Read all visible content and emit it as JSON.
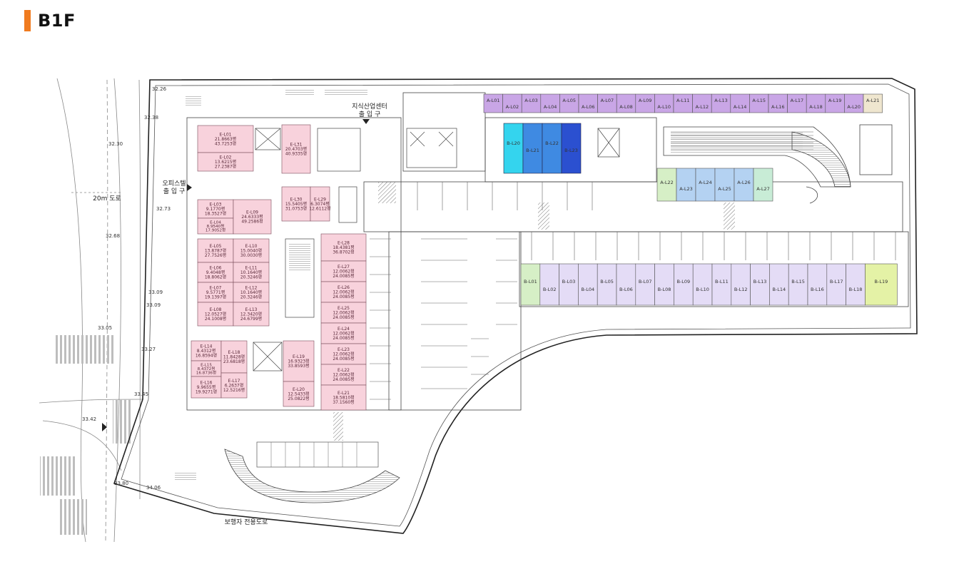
{
  "header": {
    "title": "B1F",
    "accent_color": "#f07b1f"
  },
  "labels": {
    "knowledge_center_entrance_line1": "지식산업센터",
    "knowledge_center_entrance_line2": "출 입 구",
    "officetel_entrance_line1": "오피스텔",
    "officetel_entrance_line2": "출 입 구",
    "road_20m": "20m 도로",
    "pedestrian_road": "보행자 전용도로"
  },
  "elevations": [
    "32.26",
    "32.38",
    "32.30",
    "32.73",
    "32.68",
    "33.09",
    "33.09",
    "33.05",
    "33.27",
    "33.45",
    "33.42",
    "33.80",
    "34.06"
  ],
  "colors": {
    "purple": "#c9a6e6",
    "lavender": "#e4dcf6",
    "light_blue": "#b4d2f2",
    "mint": "#c8ecd6",
    "light_green": "#d6efc6",
    "yellow_green": "#e4f2a6",
    "pink": "#f8d2dc",
    "cyan": "#34d4ee",
    "blue": "#3f8ae2",
    "deep_blue": "#2b50d0"
  },
  "a_row_top": [
    "A-L01",
    "A-L02",
    "A-L03",
    "A-L04",
    "A-L05",
    "A-L06",
    "A-L07",
    "A-L08",
    "A-L09",
    "A-L10",
    "A-L11",
    "A-L12",
    "A-L13",
    "A-L14",
    "A-L15",
    "A-L16",
    "A-L17",
    "A-L18",
    "A-L19",
    "A-L20",
    "A-L21"
  ],
  "a_row_mid": [
    "A-L22",
    "A-L23",
    "A-L24",
    "A-L25",
    "A-L26",
    "A-L27"
  ],
  "b_top": [
    "B-L20",
    "B-L21",
    "B-L22",
    "B-L23"
  ],
  "b_row": [
    "B-L01",
    "B-L02",
    "B-L03",
    "B-L04",
    "B-L05",
    "B-L06",
    "B-L07",
    "B-L08",
    "B-L09",
    "B-L10",
    "B-L11",
    "B-L12",
    "B-L13",
    "B-L14",
    "B-L15",
    "B-L16",
    "B-L17",
    "B-L18",
    "B-L19"
  ],
  "e_units": {
    "L01": {
      "id": "E-L01",
      "a1": "21.8663평",
      "a2": "43.7253평"
    },
    "L02": {
      "id": "E-L02",
      "a1": "13.6215평",
      "a2": "27.2387평"
    },
    "L31": {
      "id": "E-L31",
      "a1": "20.4703평",
      "a2": "40.9335평"
    },
    "L03": {
      "id": "E-L03",
      "a1": "9.1770평",
      "a2": "18.3527평"
    },
    "L04": {
      "id": "E-L04",
      "a1": "8.9540평",
      "a2": "17.9052평"
    },
    "L09": {
      "id": "E-L09",
      "a1": "24.6333평",
      "a2": "49.2586평"
    },
    "L30": {
      "id": "E-L30",
      "a1": "15.5405평",
      "a2": "31.0753평"
    },
    "L29": {
      "id": "E-L29",
      "a1": "6.3074평",
      "a2": "12.6112평"
    },
    "L05": {
      "id": "E-L05",
      "a1": "13.8787평",
      "a2": "27.7526평"
    },
    "L10": {
      "id": "E-L10",
      "a1": "15.0040평",
      "a2": "30.0030평"
    },
    "L06": {
      "id": "E-L06",
      "a1": "9.4048평",
      "a2": "18.8062평"
    },
    "L11": {
      "id": "E-L11",
      "a1": "10.1640평",
      "a2": "20.3246평"
    },
    "L07": {
      "id": "E-L07",
      "a1": "9.5771평",
      "a2": "19.1397평"
    },
    "L12": {
      "id": "E-L12",
      "a1": "10.1640평",
      "a2": "20.3246평"
    },
    "L08": {
      "id": "E-L08",
      "a1": "12.0527평",
      "a2": "24.1008평"
    },
    "L13": {
      "id": "E-L13",
      "a1": "12.3420평",
      "a2": "24.6799평"
    },
    "L28": {
      "id": "E-L28",
      "a1": "18.4381평",
      "a2": "36.8702평"
    },
    "L27": {
      "id": "E-L27",
      "a1": "12.0062평",
      "a2": "24.0085평"
    },
    "L26": {
      "id": "E-L26",
      "a1": "12.0062평",
      "a2": "24.0085평"
    },
    "L25": {
      "id": "E-L25",
      "a1": "12.0062평",
      "a2": "24.0085평"
    },
    "L24": {
      "id": "E-L24",
      "a1": "12.0062평",
      "a2": "24.0085평"
    },
    "L23": {
      "id": "E-L23",
      "a1": "12.0062평",
      "a2": "24.0085평"
    },
    "L22": {
      "id": "E-L22",
      "a1": "12.0062평",
      "a2": "24.0085평"
    },
    "L21": {
      "id": "E-L21",
      "a1": "18.5810평",
      "a2": "37.1560평"
    },
    "L14": {
      "id": "E-L14",
      "a1": "8.4312평",
      "a2": "16.8594평"
    },
    "L15": {
      "id": "E-L15",
      "a1": "8.4372평",
      "a2": "16.8736평"
    },
    "L16": {
      "id": "E-L16",
      "a1": "9.9655평",
      "a2": "19.9271평"
    },
    "L18": {
      "id": "E-L18",
      "a1": "11.8428평",
      "a2": "23.6818평"
    },
    "L17": {
      "id": "E-L17",
      "a1": "6.2637평",
      "a2": "12.5216평"
    },
    "L19": {
      "id": "E-L19",
      "a1": "16.9323평",
      "a2": "33.8593평"
    },
    "L20": {
      "id": "E-L20",
      "a1": "12.5433평",
      "a2": "25.0822평"
    }
  }
}
